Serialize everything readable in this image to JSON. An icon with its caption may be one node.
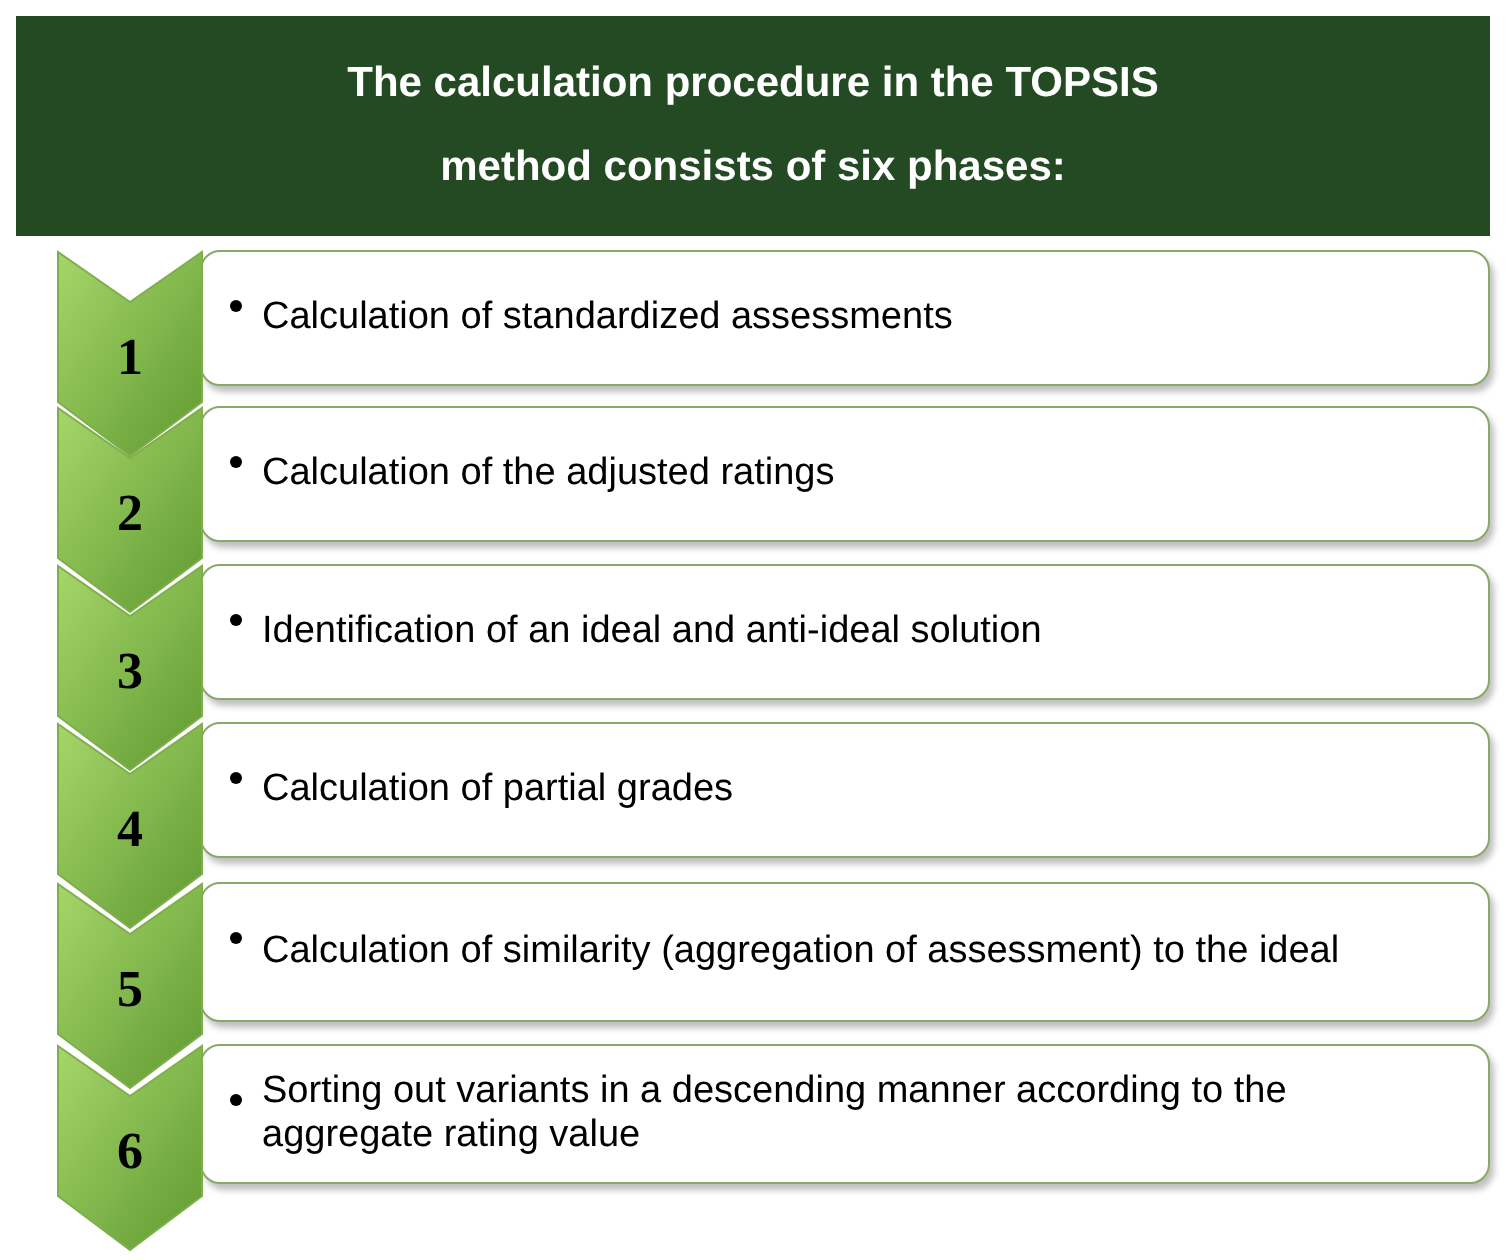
{
  "diagram": {
    "title": "The calculation procedure in the TOPSIS method consists of six phases:",
    "nodes": [
      {
        "text": [
          "1"
        ]
      },
      {
        "text": [
          "Calculation of standardized assessments"
        ]
      },
      {
        "text": [
          "2"
        ]
      },
      {
        "text": [
          "Calculation of the adjusted ratings"
        ]
      },
      {
        "text": [
          "3"
        ]
      },
      {
        "text": [
          "Identification of an ideal and anti-ideal solution"
        ]
      },
      {
        "text": [
          "4"
        ]
      },
      {
        "text": [
          "Calculation of partial grades"
        ]
      },
      {
        "text": [
          "5"
        ]
      },
      {
        "text": [
          "Calculation of similarity (aggregation of assessment) to the ideal"
        ]
      },
      {
        "text": [
          "6"
        ]
      },
      {
        "text": [
          "Sorting out variants in a descending manner according to the aggregate rating value"
        ]
      }
    ],
    "edges": []
  }
}
